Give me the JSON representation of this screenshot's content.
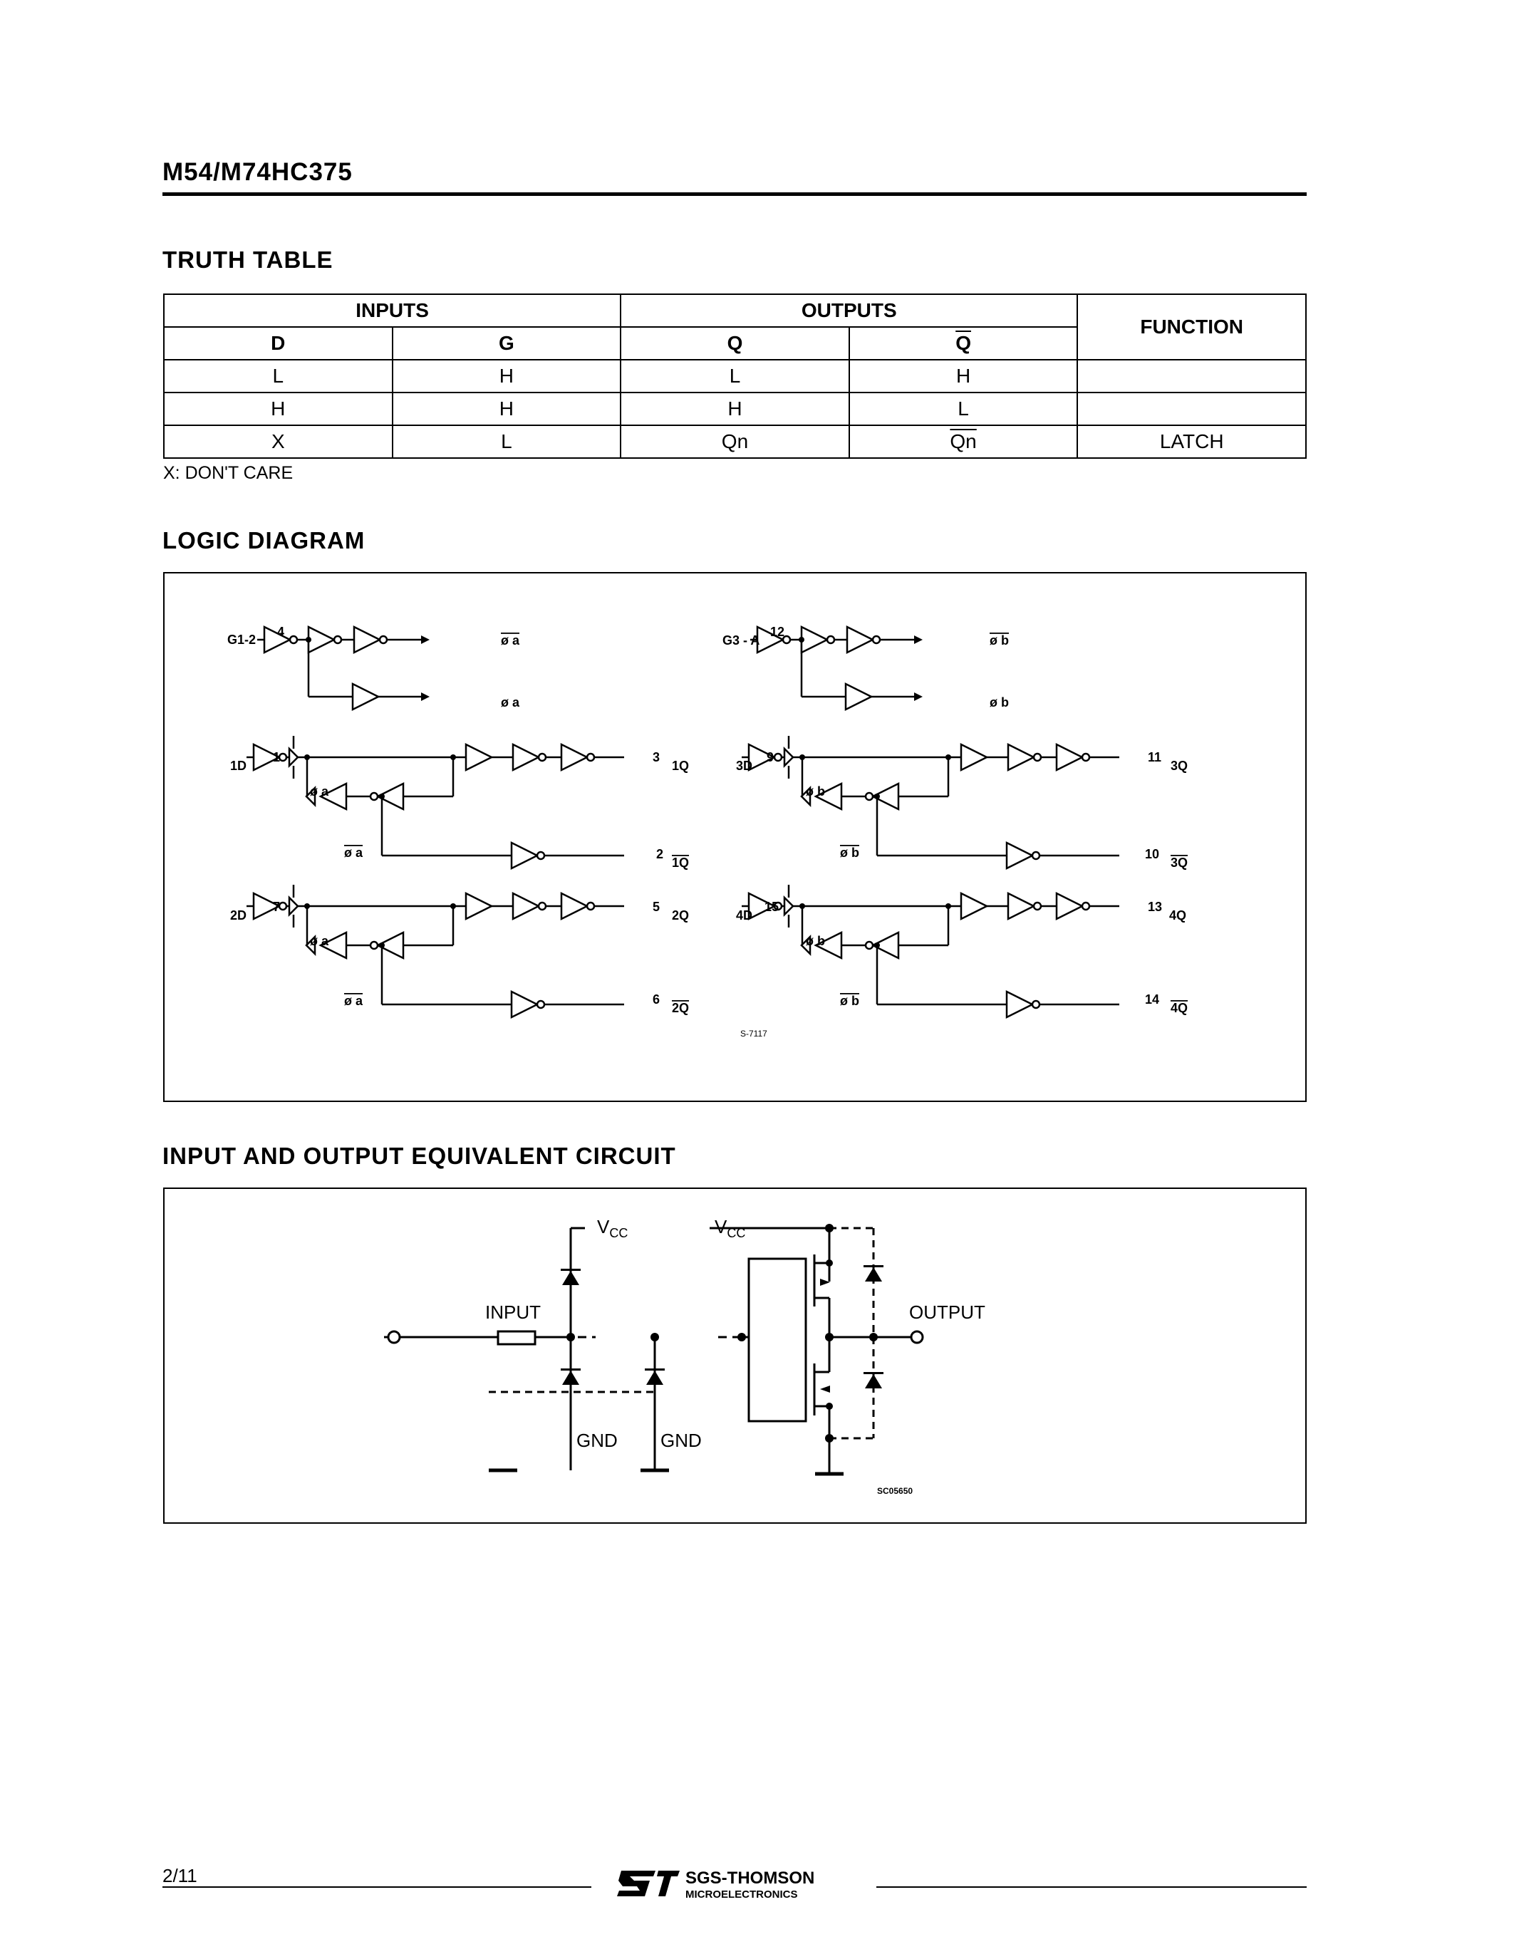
{
  "header": {
    "title": "M54/M74HC375"
  },
  "truth_table": {
    "title": "TRUTH TABLE",
    "group_inputs": "INPUTS",
    "group_outputs": "OUTPUTS",
    "col_function": "FUNCTION",
    "col_d": "D",
    "col_g": "G",
    "col_q": "Q",
    "col_qbar": "Q",
    "rows": [
      {
        "d": "L",
        "g": "H",
        "q": "L",
        "qbar": "H",
        "function": ""
      },
      {
        "d": "H",
        "g": "H",
        "q": "H",
        "qbar": "L",
        "function": ""
      },
      {
        "d": "X",
        "g": "L",
        "q": "Qn",
        "qbar": "Qn",
        "function": "LATCH"
      }
    ],
    "footnote": "X: DON'T CARE"
  },
  "logic_diagram": {
    "title": "LOGIC DIAGRAM",
    "gate_a_label": "G1-2",
    "gate_a_pin": "4",
    "gate_b_label": "G3 - A",
    "gate_b_pin": "12",
    "phi_a": "ø a",
    "phi_b": "ø b",
    "figure_code": "S-7117",
    "latches": [
      {
        "in": "1D",
        "pin_in": "1",
        "pin_q": "3",
        "q": "1Q",
        "pin_qbar": "2",
        "qbar": "1Q"
      },
      {
        "in": "2D",
        "pin_in": "7",
        "pin_q": "5",
        "q": "2Q",
        "pin_qbar": "6",
        "qbar": "2Q"
      },
      {
        "in": "3D",
        "pin_in": "9",
        "pin_q": "11",
        "q": "3Q",
        "pin_qbar": "10",
        "qbar": "3Q"
      },
      {
        "in": "4D",
        "pin_in": "15",
        "pin_q": "13",
        "q": "4Q",
        "pin_qbar": "14",
        "qbar": "4Q"
      }
    ]
  },
  "equivalent_circuit": {
    "title": "INPUT AND OUTPUT EQUIVALENT CIRCUIT",
    "vcc": "V",
    "vcc_sub": "CC",
    "input": "INPUT",
    "output": "OUTPUT",
    "gnd": "GND",
    "figure_code": "SC05650"
  },
  "footer": {
    "page": "2/11",
    "brand_line1": "SGS-THOMSON",
    "brand_line2": "MICROELECTRONICS"
  }
}
